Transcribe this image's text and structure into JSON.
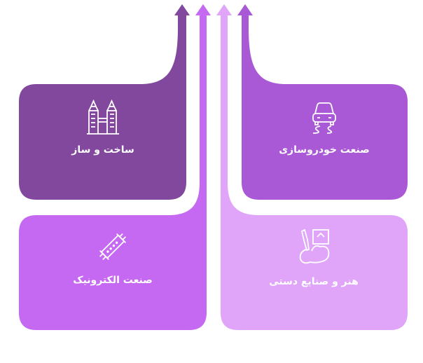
{
  "colors": {
    "construction": "#82489E",
    "automotive": "#A958D6",
    "electronics": "#C569F2",
    "crafts": "#E0A5F9"
  },
  "cards": [
    {
      "id": "construction",
      "label": "ساخت و ساز",
      "icon": "buildings-icon"
    },
    {
      "id": "automotive",
      "label": "صنعت خودروسازی",
      "icon": "car-icon"
    },
    {
      "id": "electronics",
      "label": "صنعت الکترونیک",
      "icon": "circuit-component-icon"
    },
    {
      "id": "crafts",
      "label": "هنر و صنایع دستی",
      "icon": "art-palette-icon"
    }
  ]
}
